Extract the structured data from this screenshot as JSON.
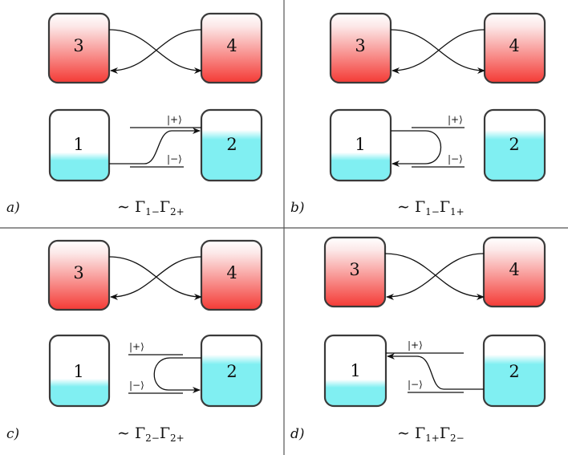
{
  "reservoir_labels": {
    "r1": "1",
    "r2": "2",
    "r3": "3",
    "r4": "4"
  },
  "level_labels": {
    "plus": "|+⟩",
    "minus": "|−⟩"
  },
  "colors": {
    "hot": "#f43a35",
    "cold": "#80eff2",
    "box_stroke": "#3a3a3a"
  },
  "panels": [
    {
      "id": "a",
      "label": "a)",
      "formula": {
        "prefix": "∼ ",
        "t1": "Γ",
        "s1": "1−",
        "t2": "Γ",
        "s2": "2+"
      }
    },
    {
      "id": "b",
      "label": "b)",
      "formula": {
        "prefix": "∼ ",
        "t1": "Γ",
        "s1": "1−",
        "t2": "Γ",
        "s2": "1+"
      }
    },
    {
      "id": "c",
      "label": "c)",
      "formula": {
        "prefix": "∼ ",
        "t1": "Γ",
        "s1": "2−",
        "t2": "Γ",
        "s2": "2+"
      }
    },
    {
      "id": "d",
      "label": "d)",
      "formula": {
        "prefix": "∼ ",
        "t1": "Γ",
        "s1": "1+",
        "t2": "Γ",
        "s2": "2−"
      }
    }
  ]
}
